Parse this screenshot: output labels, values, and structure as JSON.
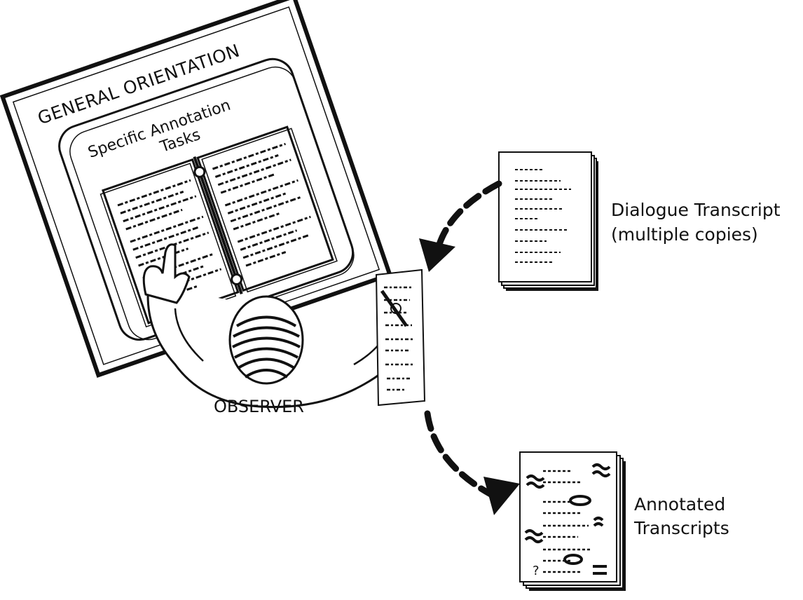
{
  "labels": {
    "general_orientation": "GENERAL ORIENTATION",
    "specific_line1": "Specific Annotation",
    "specific_line2": "Tasks",
    "observer": "OBSERVER",
    "dialogue_line1": "Dialogue Transcript",
    "dialogue_line2": "(multiple copies)",
    "annotated_line1": "Annotated",
    "annotated_line2": "Transcripts"
  },
  "colors": {
    "ink": "#111111",
    "paper": "#ffffff"
  }
}
